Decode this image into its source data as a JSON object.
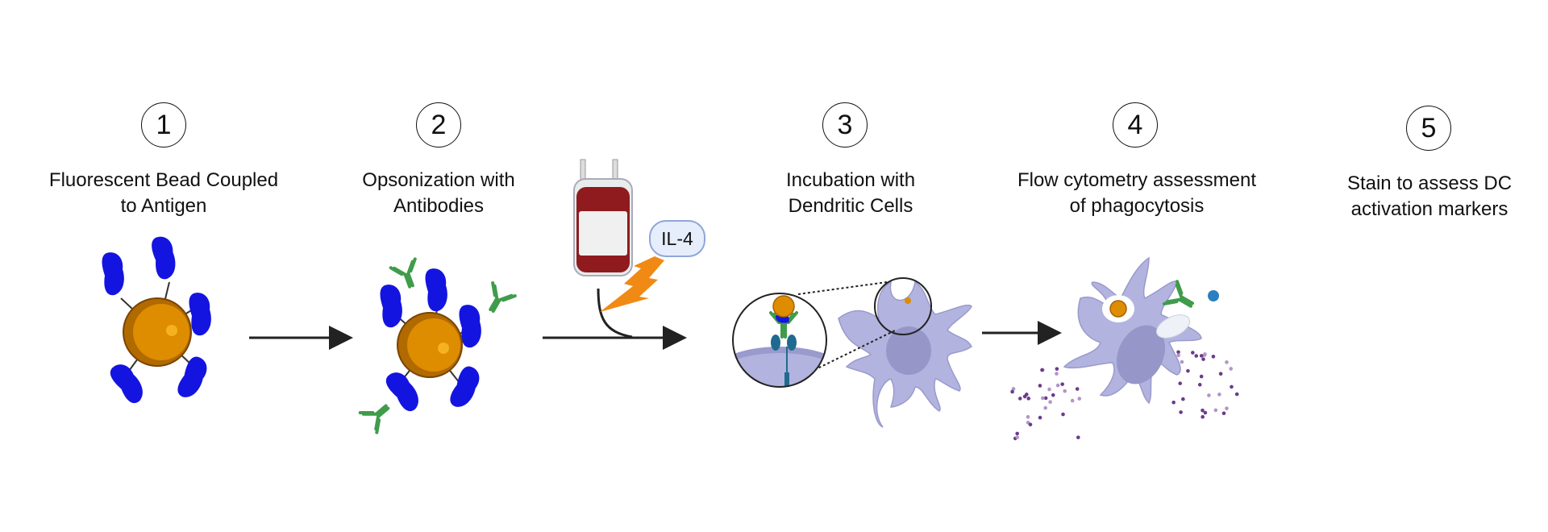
{
  "steps": [
    {
      "number": "1",
      "line1": "Fluorescent Bead Coupled",
      "line2": "to Antigen"
    },
    {
      "number": "2",
      "line1": "Opsonization with",
      "line2": "Antibodies"
    },
    {
      "number": "3",
      "line1": "Incubation with",
      "line2": "Dendritic Cells"
    },
    {
      "number": "4",
      "line1": "Flow cytometry assessment",
      "line2": "of phagocytosis"
    },
    {
      "number": "5",
      "line1": "Stain to assess DC",
      "line2": "activation markers"
    }
  ],
  "cytokine_label": "IL-4",
  "colors": {
    "bead": "#d98a00",
    "antigen": "#1414e0",
    "antibody": "#3f9c4a",
    "cell": "#b3b3e0",
    "blood": "#8f1b1e",
    "bolt": "#f08a14",
    "dots": "#6b3b8a"
  }
}
